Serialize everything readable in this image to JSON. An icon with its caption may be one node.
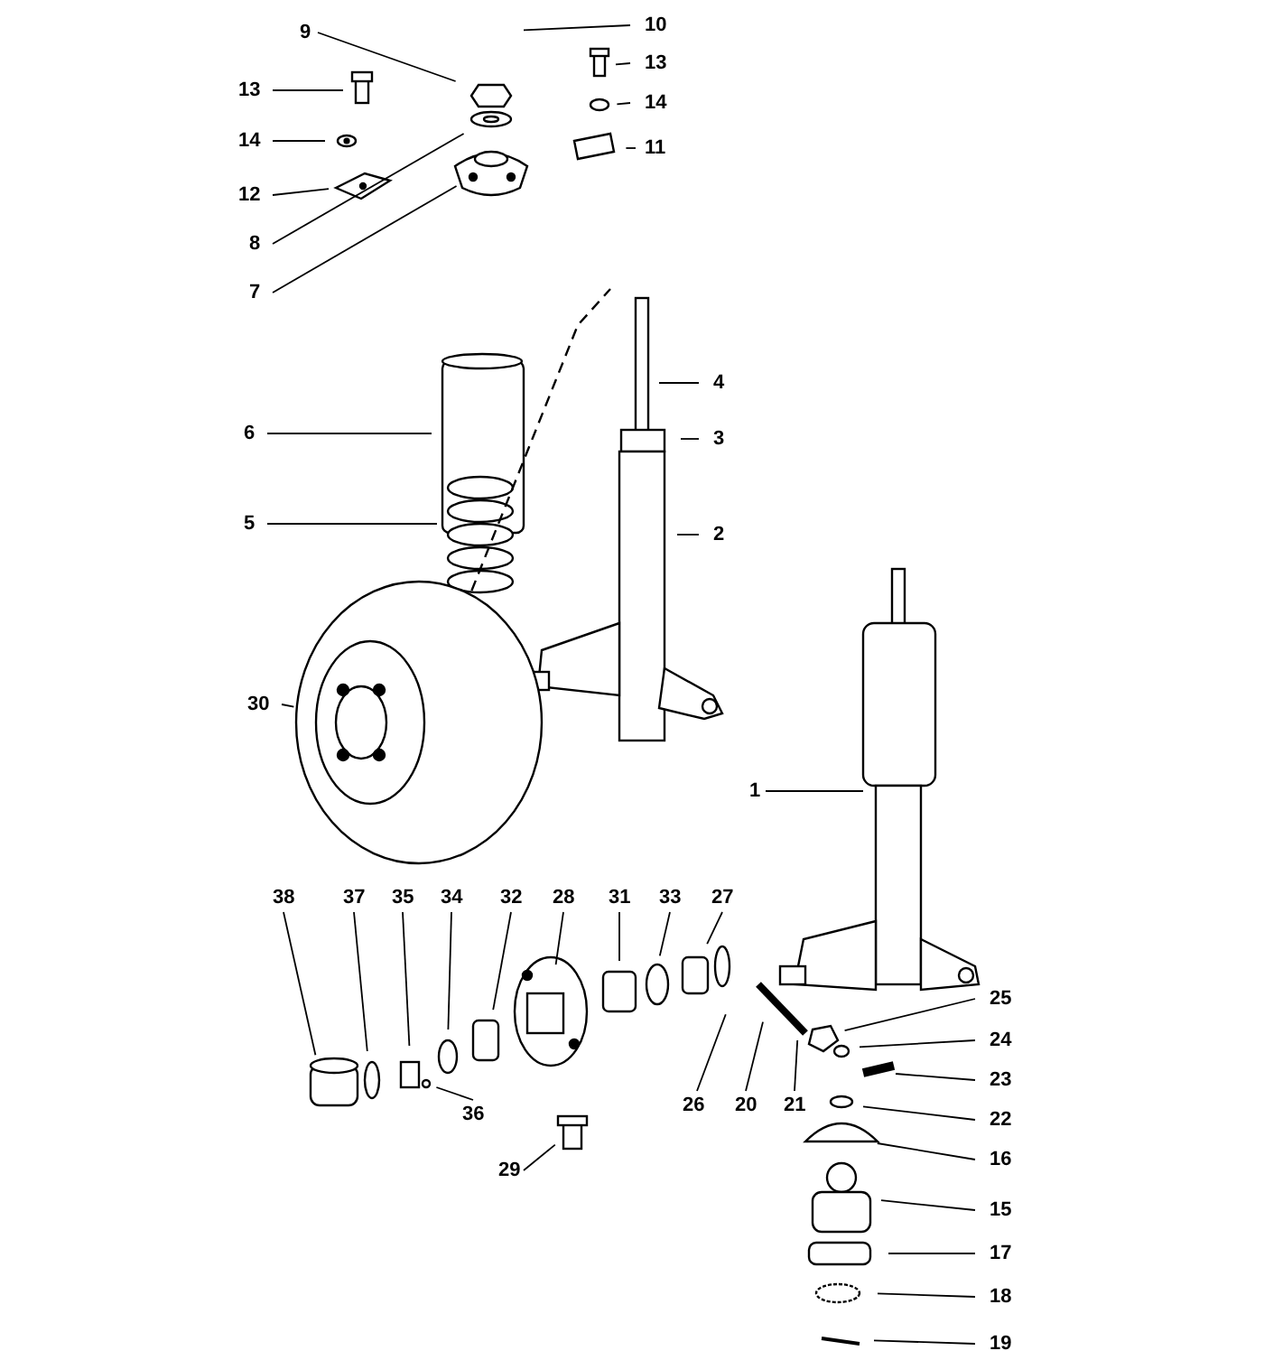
{
  "diagram": {
    "nodes": [
      {
        "text": [
          "9"
        ]
      },
      {
        "text": [
          "10"
        ]
      },
      {
        "text": [
          "13"
        ]
      },
      {
        "text": [
          "13"
        ]
      },
      {
        "text": [
          "14"
        ]
      },
      {
        "text": [
          "14"
        ]
      },
      {
        "text": [
          "11"
        ]
      },
      {
        "text": [
          "12"
        ]
      },
      {
        "text": [
          "8"
        ]
      },
      {
        "text": [
          "7"
        ]
      },
      {
        "text": [
          "4"
        ]
      },
      {
        "text": [
          "6"
        ]
      },
      {
        "text": [
          "3"
        ]
      },
      {
        "text": [
          "5"
        ]
      },
      {
        "text": [
          "2"
        ]
      },
      {
        "text": [
          "30"
        ]
      },
      {
        "text": [
          "1"
        ]
      },
      {
        "text": [
          "38"
        ]
      },
      {
        "text": [
          "37"
        ]
      },
      {
        "text": [
          "35"
        ]
      },
      {
        "text": [
          "34"
        ]
      },
      {
        "text": [
          "32"
        ]
      },
      {
        "text": [
          "28"
        ]
      },
      {
        "text": [
          "31"
        ]
      },
      {
        "text": [
          "33"
        ]
      },
      {
        "text": [
          "27"
        ]
      },
      {
        "text": [
          "25"
        ]
      },
      {
        "text": [
          "24"
        ]
      },
      {
        "text": [
          "23"
        ]
      },
      {
        "text": [
          "26"
        ]
      },
      {
        "text": [
          "20"
        ]
      },
      {
        "text": [
          "21"
        ]
      },
      {
        "text": [
          "22"
        ]
      },
      {
        "text": [
          "36"
        ]
      },
      {
        "text": [
          "16"
        ]
      },
      {
        "text": [
          "29"
        ]
      },
      {
        "text": [
          "15"
        ]
      },
      {
        "text": [
          "17"
        ]
      },
      {
        "text": [
          "18"
        ]
      },
      {
        "text": [
          "19"
        ]
      }
    ],
    "edges": [
      {
        "from": 0,
        "to": null,
        "arrow": "none"
      },
      {
        "from": 1,
        "to": null,
        "arrow": "none"
      },
      {
        "from": 2,
        "to": null,
        "arrow": "none"
      },
      {
        "from": 3,
        "to": null,
        "arrow": "none"
      },
      {
        "from": 4,
        "to": null,
        "arrow": "none"
      },
      {
        "from": 5,
        "to": null,
        "arrow": "none"
      },
      {
        "from": 6,
        "to": null,
        "arrow": "none"
      },
      {
        "from": 7,
        "to": null,
        "arrow": "none"
      },
      {
        "from": 8,
        "to": null,
        "arrow": "none"
      },
      {
        "from": 9,
        "to": null,
        "arrow": "none"
      },
      {
        "from": 10,
        "to": null,
        "arrow": "none"
      },
      {
        "from": 11,
        "to": null,
        "arrow": "none"
      },
      {
        "from": 12,
        "to": null,
        "arrow": "none"
      },
      {
        "from": 13,
        "to": null,
        "arrow": "none"
      },
      {
        "from": 14,
        "to": null,
        "arrow": "none"
      },
      {
        "from": 15,
        "to": null,
        "arrow": "none"
      },
      {
        "from": 16,
        "to": null,
        "arrow": "none"
      },
      {
        "from": 17,
        "to": null,
        "arrow": "none"
      },
      {
        "from": 18,
        "to": null,
        "arrow": "none"
      },
      {
        "from": 19,
        "to": null,
        "arrow": "none"
      },
      {
        "from": 20,
        "to": null,
        "arrow": "none"
      },
      {
        "from": 21,
        "to": null,
        "arrow": "none"
      },
      {
        "from": 22,
        "to": null,
        "arrow": "none"
      },
      {
        "from": 23,
        "to": null,
        "arrow": "none"
      },
      {
        "from": 24,
        "to": null,
        "arrow": "none"
      },
      {
        "from": 25,
        "to": null,
        "arrow": "none"
      },
      {
        "from": 26,
        "to": null,
        "arrow": "none"
      },
      {
        "from": 27,
        "to": null,
        "arrow": "none"
      },
      {
        "from": 28,
        "to": null,
        "arrow": "none"
      },
      {
        "from": 29,
        "to": null,
        "arrow": "none"
      },
      {
        "from": 30,
        "to": null,
        "arrow": "none"
      },
      {
        "from": 31,
        "to": null,
        "arrow": "none"
      },
      {
        "from": 32,
        "to": null,
        "arrow": "none"
      },
      {
        "from": 33,
        "to": null,
        "arrow": "none"
      },
      {
        "from": 34,
        "to": null,
        "arrow": "none"
      },
      {
        "from": 35,
        "to": null,
        "arrow": "none"
      },
      {
        "from": 36,
        "to": null,
        "arrow": "none"
      },
      {
        "from": 37,
        "to": null,
        "arrow": "none"
      },
      {
        "from": 38,
        "to": null,
        "arrow": "none"
      },
      {
        "from": 39,
        "to": null,
        "arrow": "none"
      }
    ]
  }
}
